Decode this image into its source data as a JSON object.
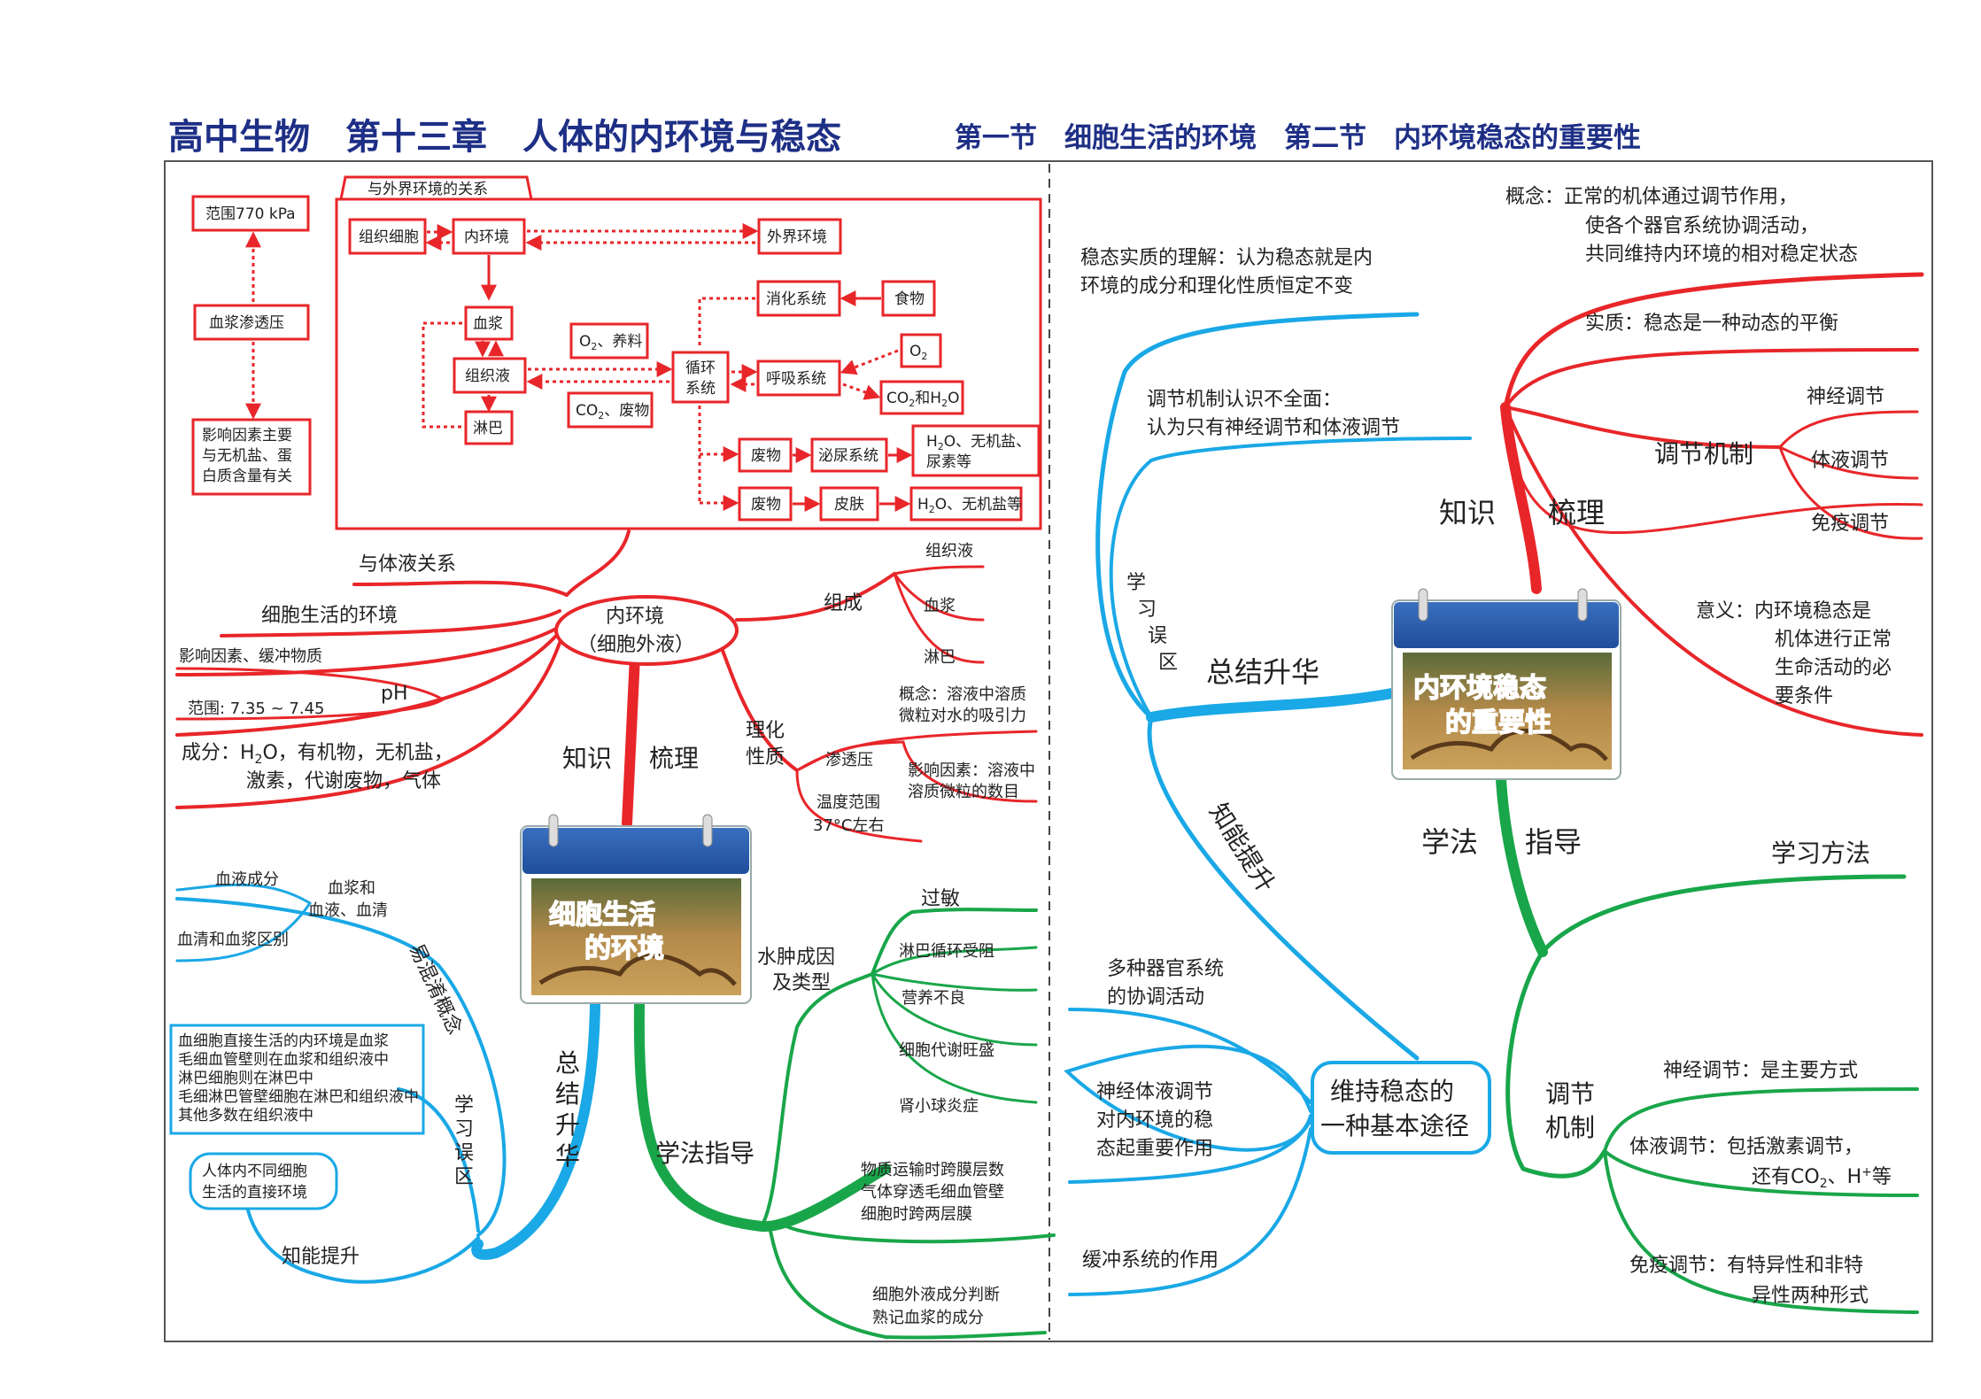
{
  "title": {
    "main": "高中生物　第十三章　人体的内环境与稳态",
    "sub": "第一节　细胞生活的环境　第二节　内环境稳态的重要性"
  },
  "left": {
    "flow": {
      "header": "与外界环境的关系",
      "cells": "组织细胞",
      "internal": "内环境",
      "external": "外界环境",
      "plasma": "血浆",
      "tissue_fluid": "组织液",
      "lymph": "淋巴",
      "nutrients_pre": "O",
      "nutrients_sub": "2",
      "nutrients_post": "、养料",
      "waste_pre": "CO",
      "waste_sub": "2",
      "waste_post": "、废物",
      "circ1": "循环",
      "circ2": "系统",
      "digestive": "消化系统",
      "food": "食物",
      "respiratory": "呼吸系统",
      "o2_pre": "O",
      "o2_sub": "2",
      "co2h2o_a": "CO",
      "co2h2o_b": "2",
      "co2h2o_c": "和H",
      "co2h2o_d": "2",
      "co2h2o_e": "O",
      "waste": "废物",
      "urinary": "泌尿系统",
      "urinary_out_a": "H",
      "urinary_out_b": "2",
      "urinary_out_c": "O、无机盐、",
      "urinary_out_d": "尿素等",
      "skin": "皮肤",
      "skin_out_a": "H",
      "skin_out_b": "2",
      "skin_out_c": "O、无机盐等"
    },
    "osmotic": {
      "range": "范围770 kPa",
      "pressure": "血浆渗透压",
      "factors_1": "影响因素主要",
      "factors_2": "与无机盐、蛋",
      "factors_3": "白质含量有关"
    },
    "center_1": "内环境",
    "center_2": "（细胞外液）",
    "body_fluid": "与体液关系",
    "living_env": "细胞生活的环境",
    "ph_factors": "影响因素、缓冲物质",
    "ph": "pH",
    "ph_range": "范围: 7.35 ~ 7.45",
    "comp_1a": "成分：H",
    "comp_1b": "2",
    "comp_1c": "O，有机物，无机盐，",
    "comp_2": "激素，代谢废物，气体",
    "composition": "组成",
    "comp_tissue": "组织液",
    "comp_plasma": "血浆",
    "comp_lymph": "淋巴",
    "props_1": "理化",
    "props_2": "性质",
    "osm_concept_1": "概念：溶液中溶质",
    "osm_concept_2": "微粒对水的吸引力",
    "osm": "渗透压",
    "osm_factor_1": "影响因素：溶液中",
    "osm_factor_2": "溶质微粒的数目",
    "temp_1": "温度范围",
    "temp_2": "37°C左右",
    "knowledge_a": "知识",
    "knowledge_b": "梳理",
    "badge_1": "细胞生活",
    "badge_2": "的环境",
    "edema_1": "水肿成因",
    "edema_2": "及类型",
    "edema_items": [
      "过敏",
      "淋巴循环受阻",
      "营养不良",
      "细胞代谢旺盛",
      "肾小球炎症"
    ],
    "method": "学法指导",
    "transport_1": "物质运输时跨膜层数",
    "transport_2": "气体穿透毛细血管壁",
    "transport_3": "细胞时跨两层膜",
    "ecf_1": "细胞外液成分判断",
    "ecf_2": "熟记血浆的成分",
    "summary_1": "总",
    "summary_2": "结",
    "summary_3": "升",
    "summary_4": "华",
    "confuse": "易混淆概念",
    "blood_comp": "血液成分",
    "pb_1": "血浆和",
    "pb_2": "血液、血清",
    "serum": "血清和血浆区别",
    "mis_1": "学",
    "mis_2": "习",
    "mis_3": "误",
    "mis_4": "区",
    "mis_box": [
      "血细胞直接生活的内环境是血浆",
      "毛细血管壁则在血浆和组织液中",
      "淋巴细胞则在淋巴中",
      "毛细淋巴管壁细胞在淋巴和组织液中",
      "其他多数在组织液中"
    ],
    "diff_cells_1": "人体内不同细胞",
    "diff_cells_2": "生活的直接环境",
    "ability": "知能提升"
  },
  "right": {
    "concept_1": "概念：正常的机体通过调节作用，",
    "concept_2": "使各个器官系统协调活动，",
    "concept_3": "共同维持内环境的相对稳定状态",
    "essence": "实质：稳态是一种动态的平衡",
    "reg_mech": "调节机制",
    "neural": "神经调节",
    "humoral": "体液调节",
    "immune": "免疫调节",
    "meaning_1": "意义：内环境稳态是",
    "meaning_2": "机体进行正常",
    "meaning_3": "生命活动的必",
    "meaning_4": "要条件",
    "knowledge_a": "知识",
    "knowledge_b": "梳理",
    "badge_1": "内环境稳态",
    "badge_2": "的重要性",
    "mis_understand_1": "稳态实质的理解：认为稳态就是内",
    "mis_understand_2": "环境的成分和理化性质恒定不变",
    "mis_reg_1": "调节机制认识不全面：",
    "mis_reg_2": "认为只有神经调节和体液调节",
    "mis_1": "学",
    "mis_2": "习",
    "mis_3": "误",
    "mis_4": "区",
    "summary": "总结升华",
    "ability": "知能提升",
    "multi_1": "多种器官系统",
    "multi_2": "的协调活动",
    "nh_1": "神经体液调节",
    "nh_2": "对内环境的稳",
    "nh_3": "态起重要作用",
    "buffer": "缓冲系统的作用",
    "way_1": "维持稳态的",
    "way_2": "一种基本途径",
    "method_a": "学法",
    "method_b": "指导",
    "study": "学习方法",
    "reg_1": "调节",
    "reg_2": "机制",
    "g_neural": "神经调节：是主要方式",
    "g_humoral_1": "体液调节：包括激素调节，",
    "g_humoral_2a": "还有CO",
    "g_humoral_2b": "2",
    "g_humoral_2c": "、H",
    "g_humoral_2d": "+",
    "g_humoral_2e": "等",
    "g_immune_1": "免疫调节：有特异性和非特",
    "g_immune_2": "异性两种形式"
  }
}
